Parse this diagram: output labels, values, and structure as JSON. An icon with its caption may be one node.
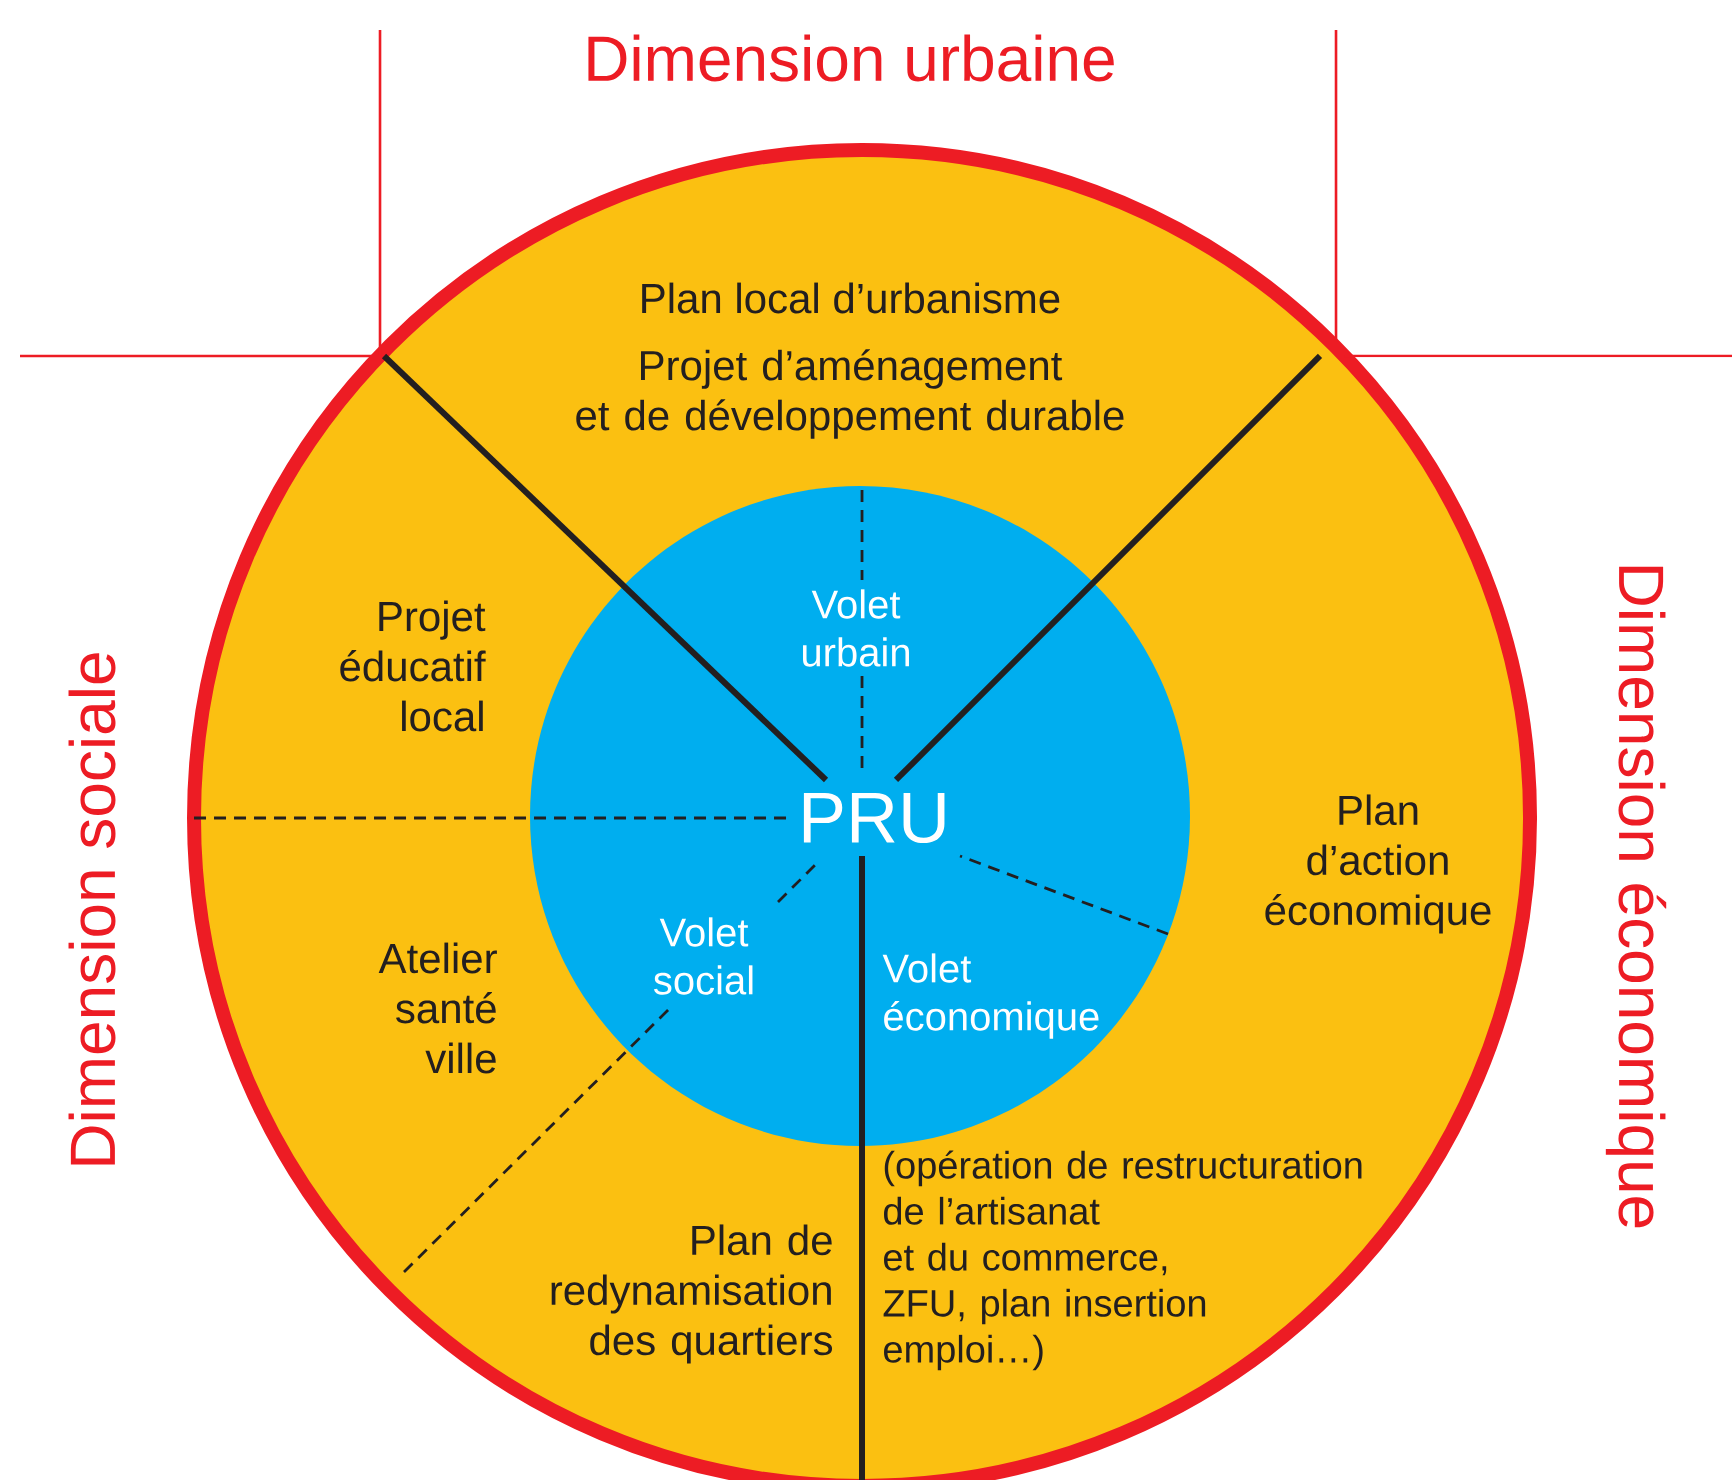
{
  "diagram": {
    "nodes": [
      {
        "text": [
          "Plan local d’urbanisme",
          "Projet d’aménagement et de développement durable",
          "Projet éducatif local",
          "Atelier santé ville",
          "Plan de redynamisation des quartiers",
          "Plan d’action économique",
          "(opération de restructuration de l’artisanat et du commerce, ZFU, plan insertion emploi…)"
        ]
      },
      {
        "text": [
          "PRU",
          "Volet urbain",
          "Volet social",
          "Volet économique"
        ],
        "in": 0
      }
    ],
    "labels": [
      "Dimension urbaine",
      "Dimension sociale",
      "Dimension économique"
    ]
  }
}
